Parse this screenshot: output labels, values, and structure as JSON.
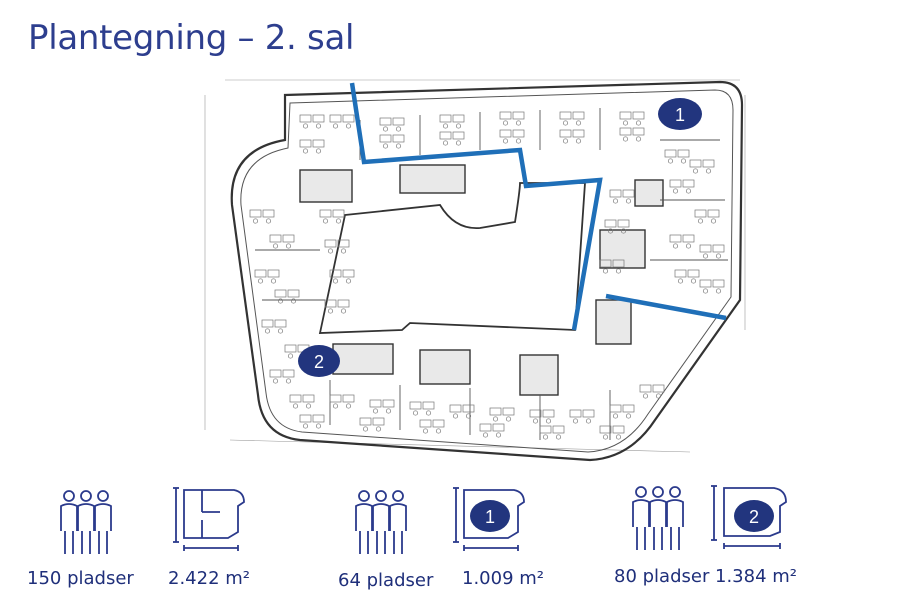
{
  "title": "Plantegning – 2. sal",
  "plan": {
    "zone_markers": [
      {
        "label": "1",
        "color": "#22357e"
      },
      {
        "label": "2",
        "color": "#22357e"
      }
    ],
    "divider_color": "#1f6fb8",
    "ink_color": "#444444"
  },
  "summary": [
    {
      "seats": "150 pladser",
      "area": "2.422 m²",
      "zone": ""
    },
    {
      "seats": "64 pladser",
      "area": "1.009 m²",
      "zone": "1"
    },
    {
      "seats": "80 pladser",
      "area": "1.384 m²",
      "zone": "2"
    }
  ],
  "icons": {
    "people": "people-icon",
    "floorplan": "floorplan-icon"
  },
  "colors": {
    "brand": "#2d3e8e",
    "marker_fill": "#22357e"
  }
}
